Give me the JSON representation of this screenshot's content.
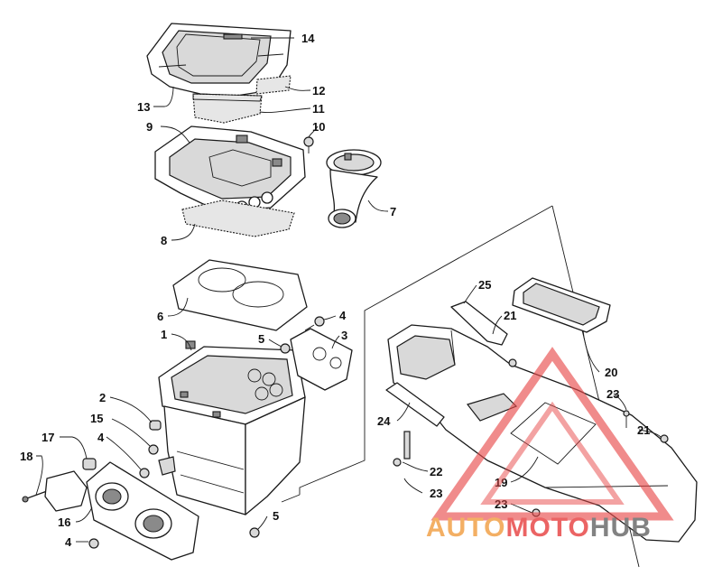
{
  "callouts": [
    {
      "id": "c14",
      "label": "14"
    },
    {
      "id": "c13",
      "label": "13"
    },
    {
      "id": "c12",
      "label": "12"
    },
    {
      "id": "c11",
      "label": "11"
    },
    {
      "id": "c9",
      "label": "9"
    },
    {
      "id": "c10",
      "label": "10"
    },
    {
      "id": "c7",
      "label": "7"
    },
    {
      "id": "c8",
      "label": "8"
    },
    {
      "id": "c6",
      "label": "6"
    },
    {
      "id": "c4a",
      "label": "4"
    },
    {
      "id": "c1",
      "label": "1"
    },
    {
      "id": "c5a",
      "label": "5"
    },
    {
      "id": "c3",
      "label": "3"
    },
    {
      "id": "c2",
      "label": "2"
    },
    {
      "id": "c15",
      "label": "15"
    },
    {
      "id": "c17",
      "label": "17"
    },
    {
      "id": "c4b",
      "label": "4"
    },
    {
      "id": "c18",
      "label": "18"
    },
    {
      "id": "c16",
      "label": "16"
    },
    {
      "id": "c4c",
      "label": "4"
    },
    {
      "id": "c5b",
      "label": "5"
    },
    {
      "id": "c25",
      "label": "25"
    },
    {
      "id": "c21a",
      "label": "21"
    },
    {
      "id": "c20",
      "label": "20"
    },
    {
      "id": "c23a",
      "label": "23"
    },
    {
      "id": "c21b",
      "label": "21"
    },
    {
      "id": "c24",
      "label": "24"
    },
    {
      "id": "c22",
      "label": "22"
    },
    {
      "id": "c23b",
      "label": "23"
    },
    {
      "id": "c19",
      "label": "19"
    },
    {
      "id": "c23c",
      "label": "23"
    }
  ],
  "watermark": {
    "part1": "AUTO",
    "part2": "MOTO",
    "part3": "HUB",
    "color_primary": "#f2a24a",
    "color_accent": "#e84a4a",
    "color_dark": "#6d6d6d"
  }
}
